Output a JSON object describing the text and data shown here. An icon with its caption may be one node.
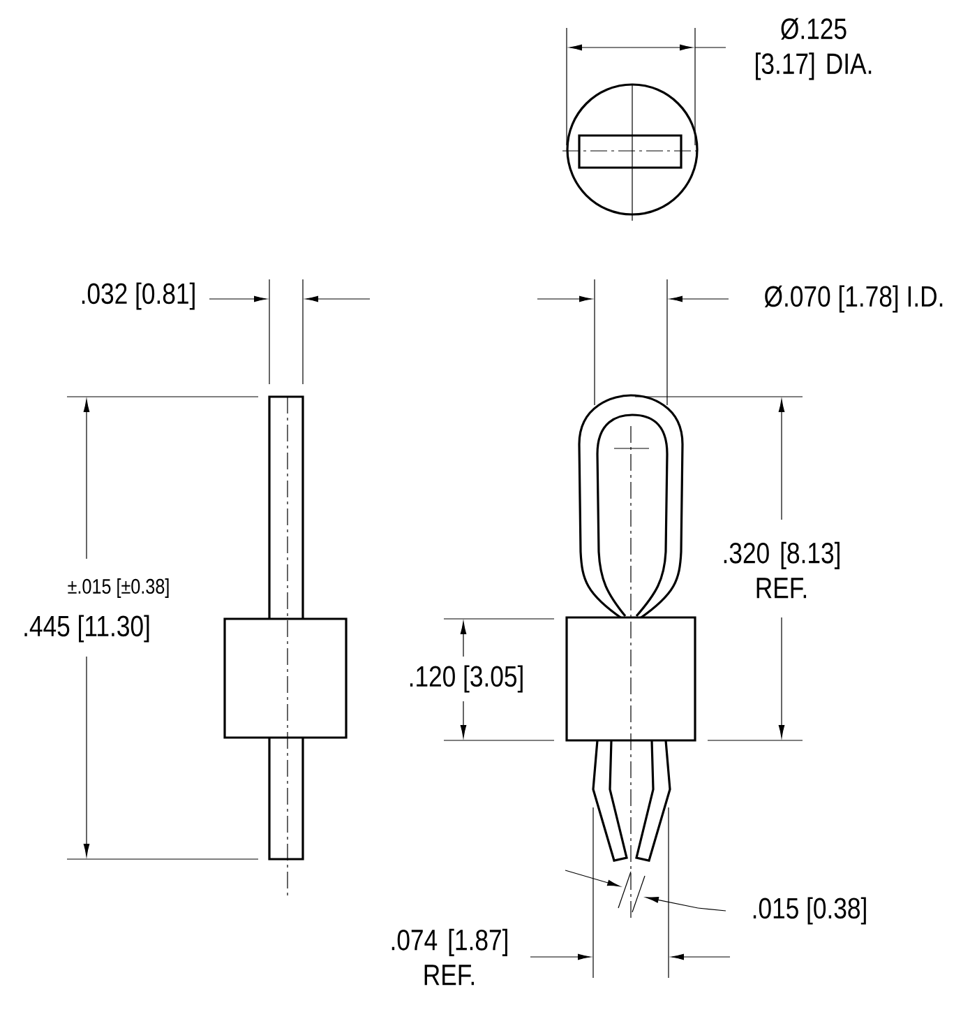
{
  "diagram": {
    "labels": [
      "Ø.125 [3.17] DIA.",
      ".032 [0.81]",
      "Ø.070 [1.78] I.D.",
      "±.015 [±0.38]",
      ".445 [11.30]",
      ".320 [8.13] REF.",
      ".120 [3.05]",
      ".015 [0.38]",
      ".074 [1.87] REF."
    ]
  }
}
